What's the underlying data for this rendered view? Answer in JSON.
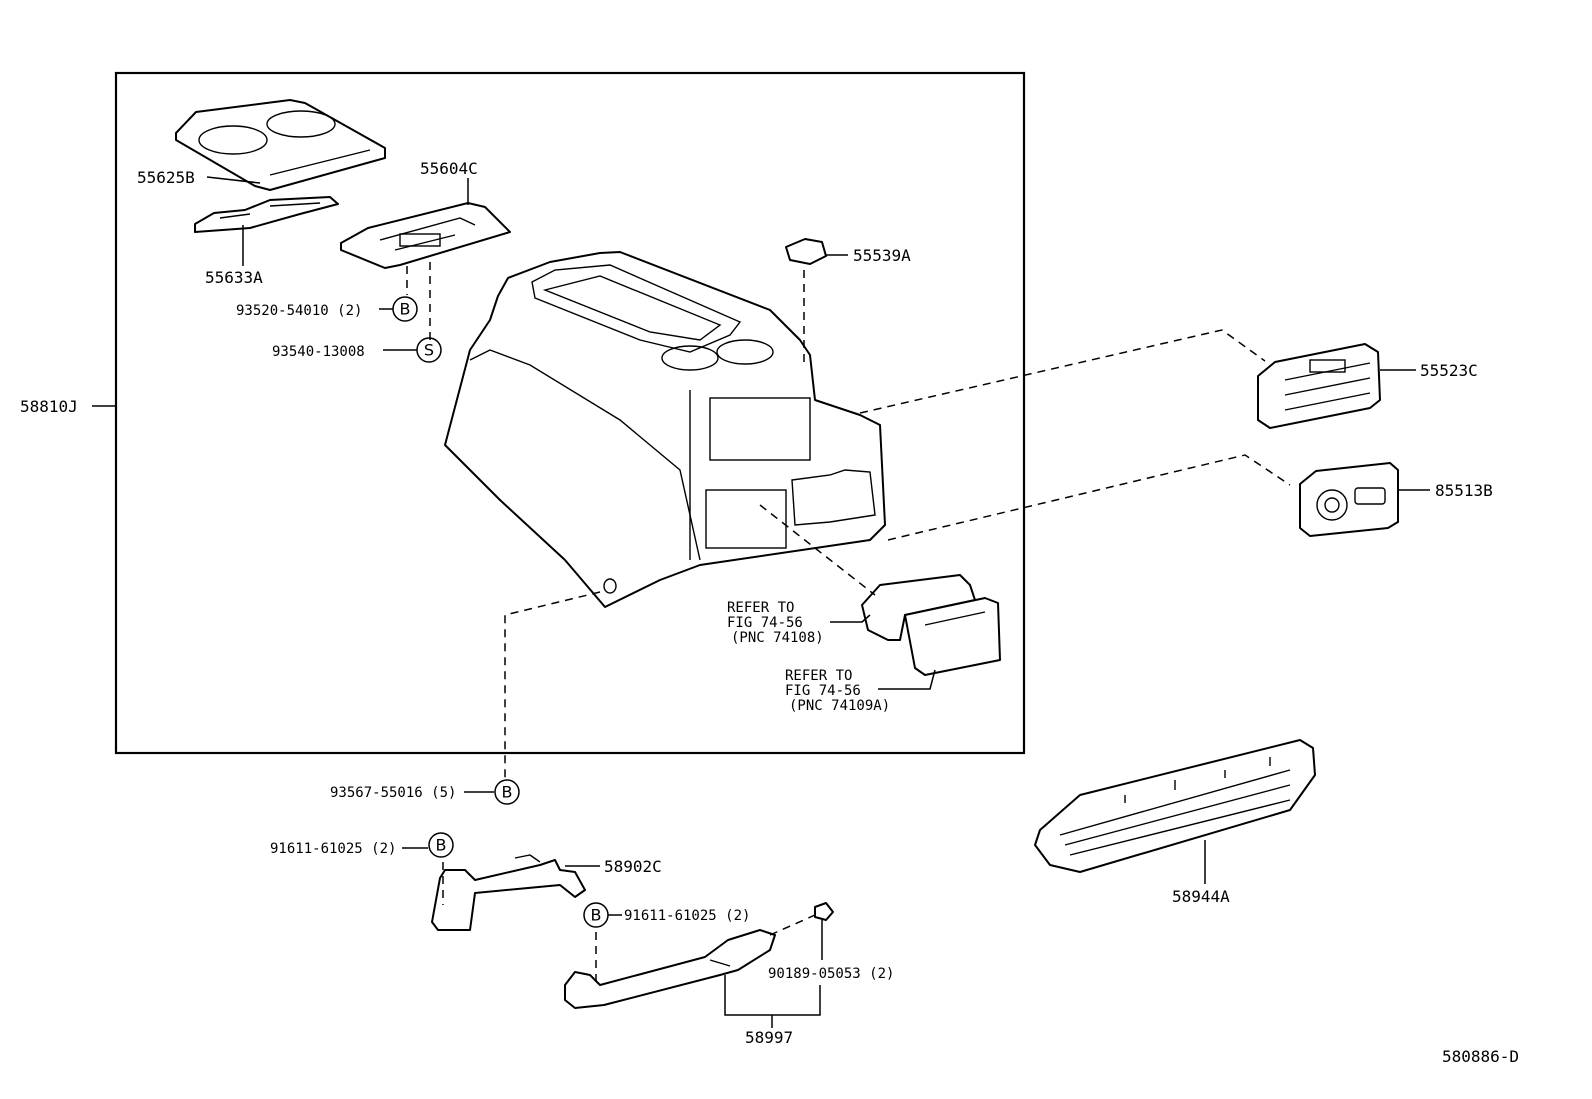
{
  "labels": {
    "assembly": "58810J",
    "cup_holder_cover": "55625B",
    "cup_holder_insert": "55633A",
    "tray_bracket": "55604C",
    "clip_screw_b1": "93520-54010 (2)",
    "screw_s": "93540-13008",
    "plug": "55539A",
    "panel_upper": "55523C",
    "panel_lower": "85513B",
    "refer_1_line1": "REFER TO",
    "refer_1_line2": "FIG 74-56",
    "refer_1_line3": "(PNC 74108)",
    "refer_2_line1": "REFER TO",
    "refer_2_line2": "FIG 74-56",
    "refer_2_line3": "(PNC 74109A)",
    "clip_screw_b2": "93567-55016 (5)",
    "bolt_b3": "91611-61025 (2)",
    "bracket_front": "58902C",
    "bolt_b4": "91611-61025 (2)",
    "nut": "90189-05053 (2)",
    "bracket_rear": "58997",
    "trim_side": "58944A",
    "diagram_code": "580886-D"
  },
  "markers": {
    "b": "B",
    "s": "S"
  }
}
